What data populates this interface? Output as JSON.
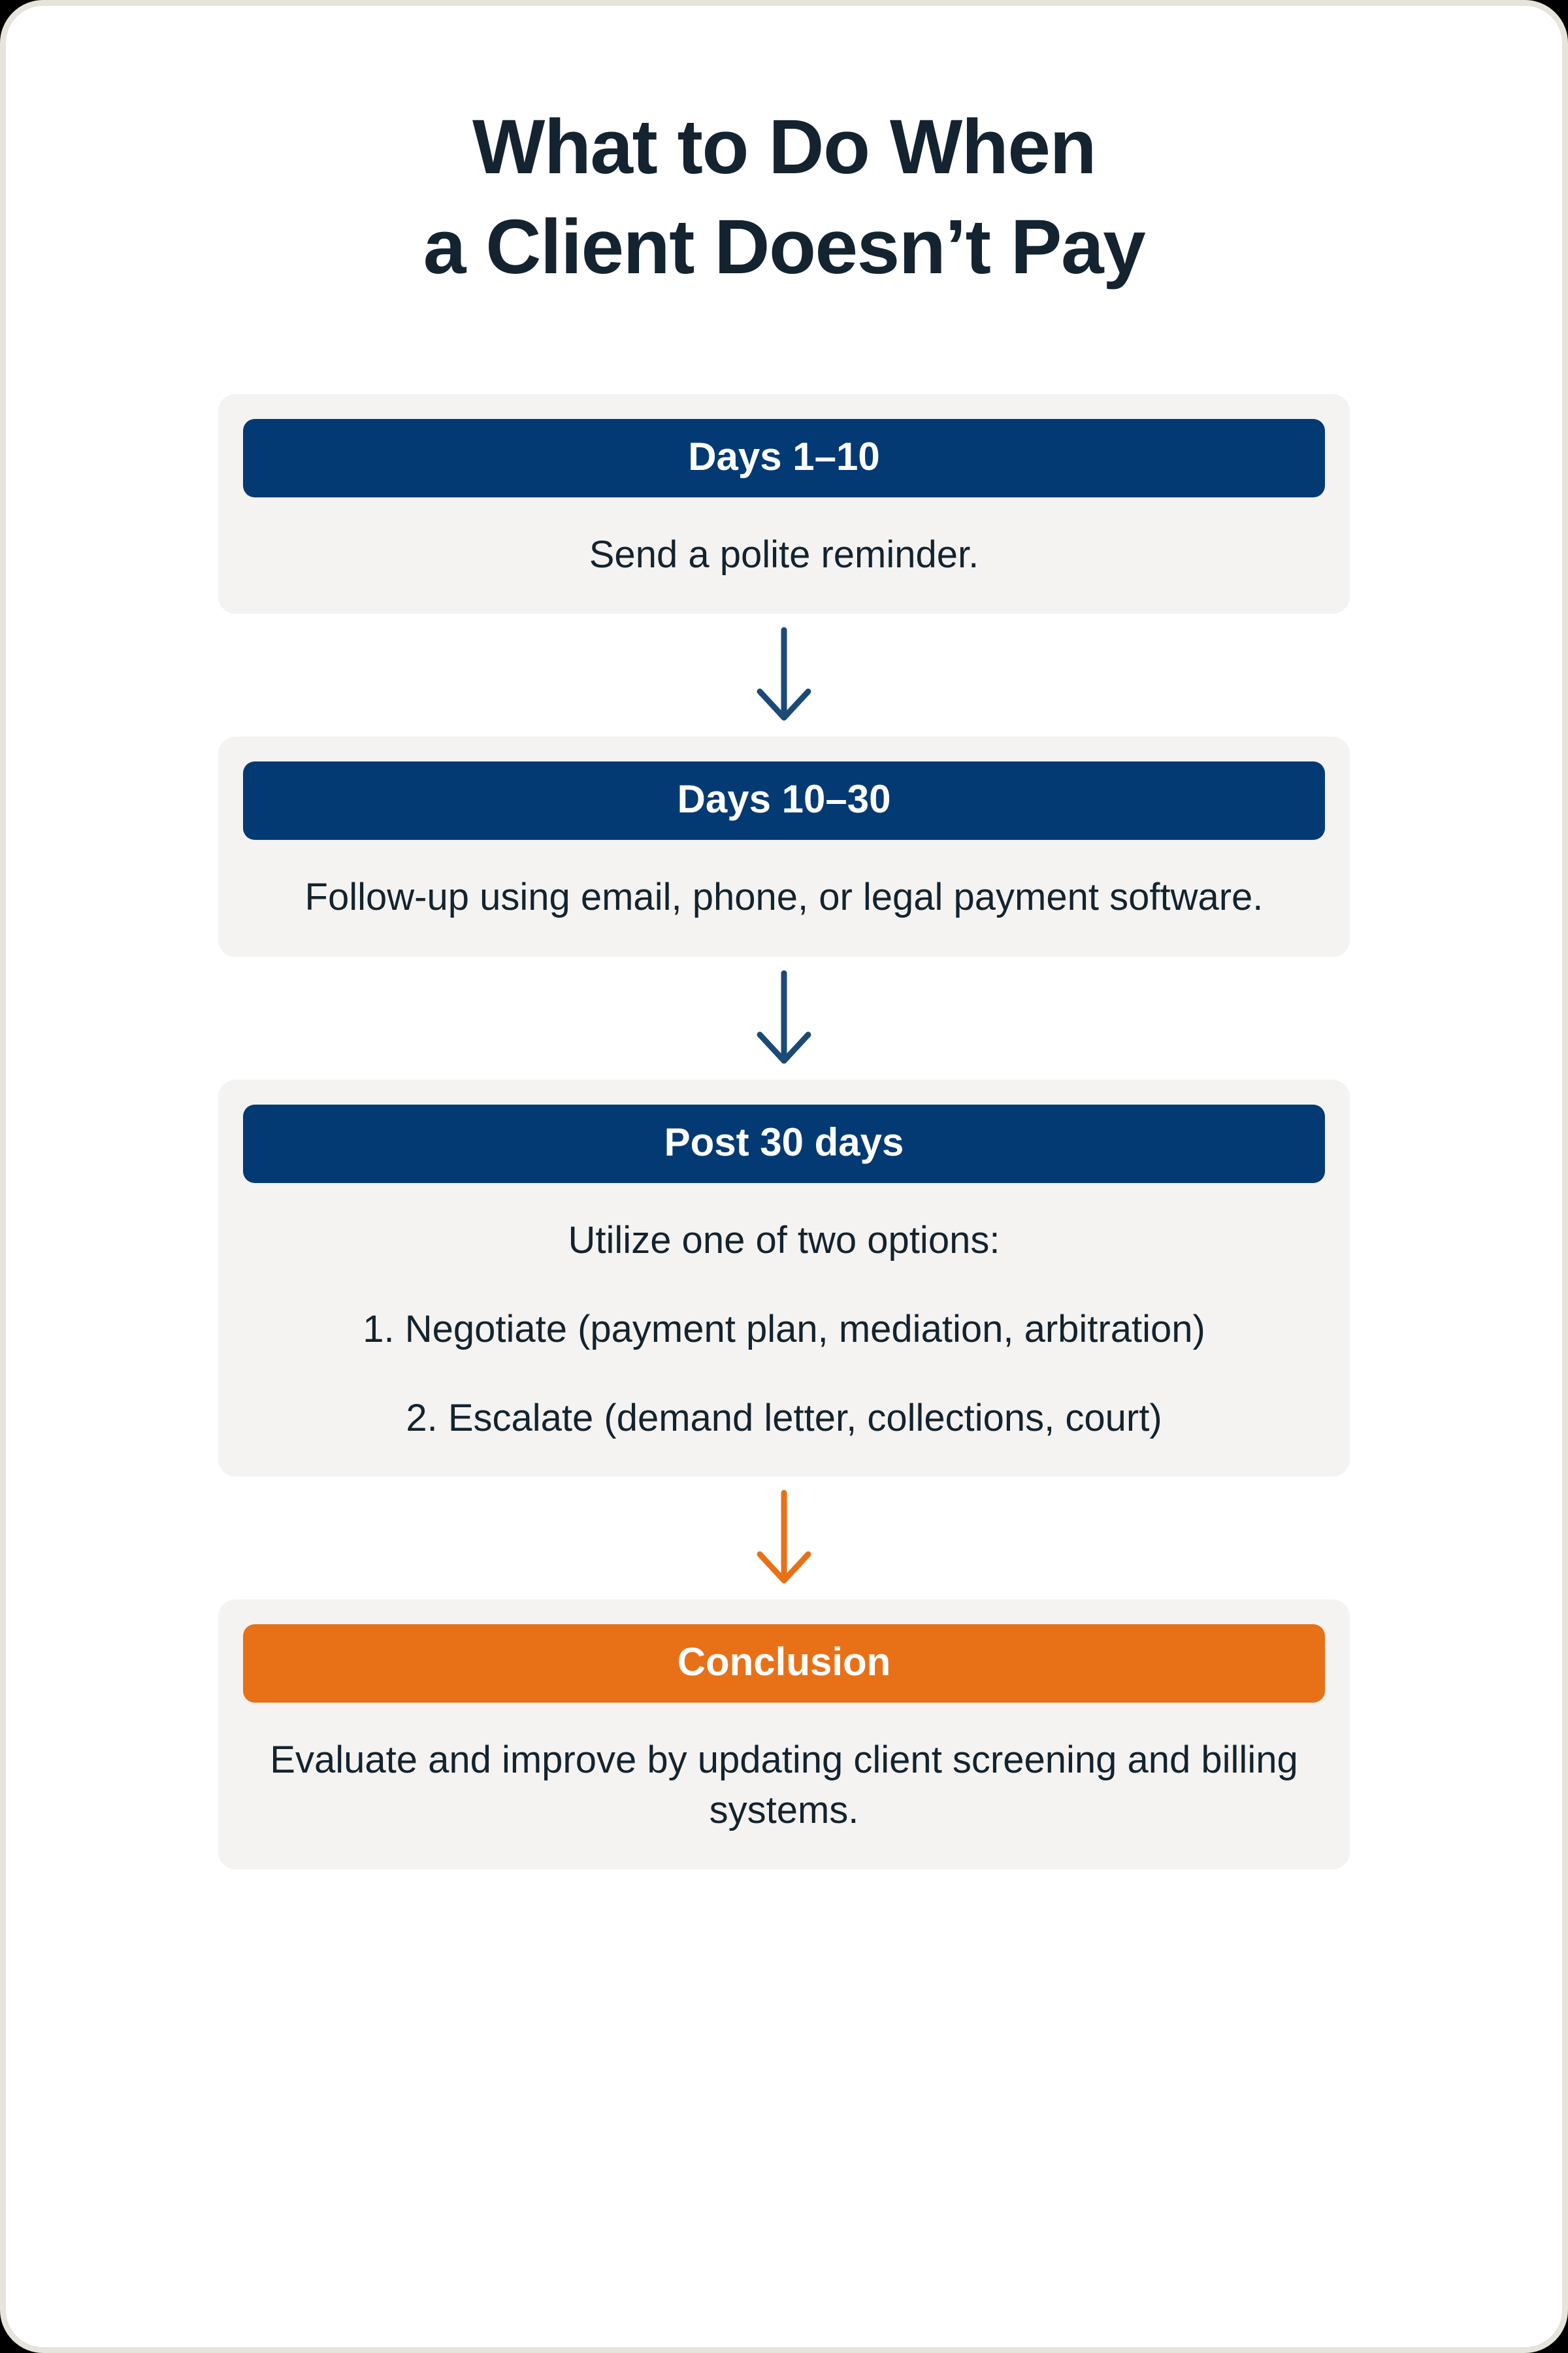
{
  "title": {
    "line1": "What to Do When",
    "line2": "a Client Doesn’t Pay"
  },
  "colors": {
    "navy": "#043A74",
    "orange": "#E87118",
    "card_bg": "#F4F3F1",
    "text": "#13232F",
    "page_border": "#E6E4DB"
  },
  "steps": [
    {
      "header": "Days 1–10",
      "header_color": "navy",
      "body": "Send a polite reminder.",
      "options": []
    },
    {
      "header": "Days 10–30",
      "header_color": "navy",
      "body": "Follow-up using email, phone, or legal payment software.",
      "options": []
    },
    {
      "header": "Post 30 days",
      "header_color": "navy",
      "body": "Utilize one of two options:",
      "options": [
        "1. Negotiate (payment plan, mediation, arbitration)",
        "2. Escalate (demand letter, collections, court)"
      ]
    },
    {
      "header": "Conclusion",
      "header_color": "orange",
      "body": "Evaluate and improve by updating client screening and billing systems.",
      "options": []
    }
  ],
  "connectors": [
    {
      "icon": "arrow-down-icon",
      "color": "#1B4A77"
    },
    {
      "icon": "arrow-down-icon",
      "color": "#1B4A77"
    },
    {
      "icon": "arrow-down-icon",
      "color": "#E87118"
    }
  ]
}
